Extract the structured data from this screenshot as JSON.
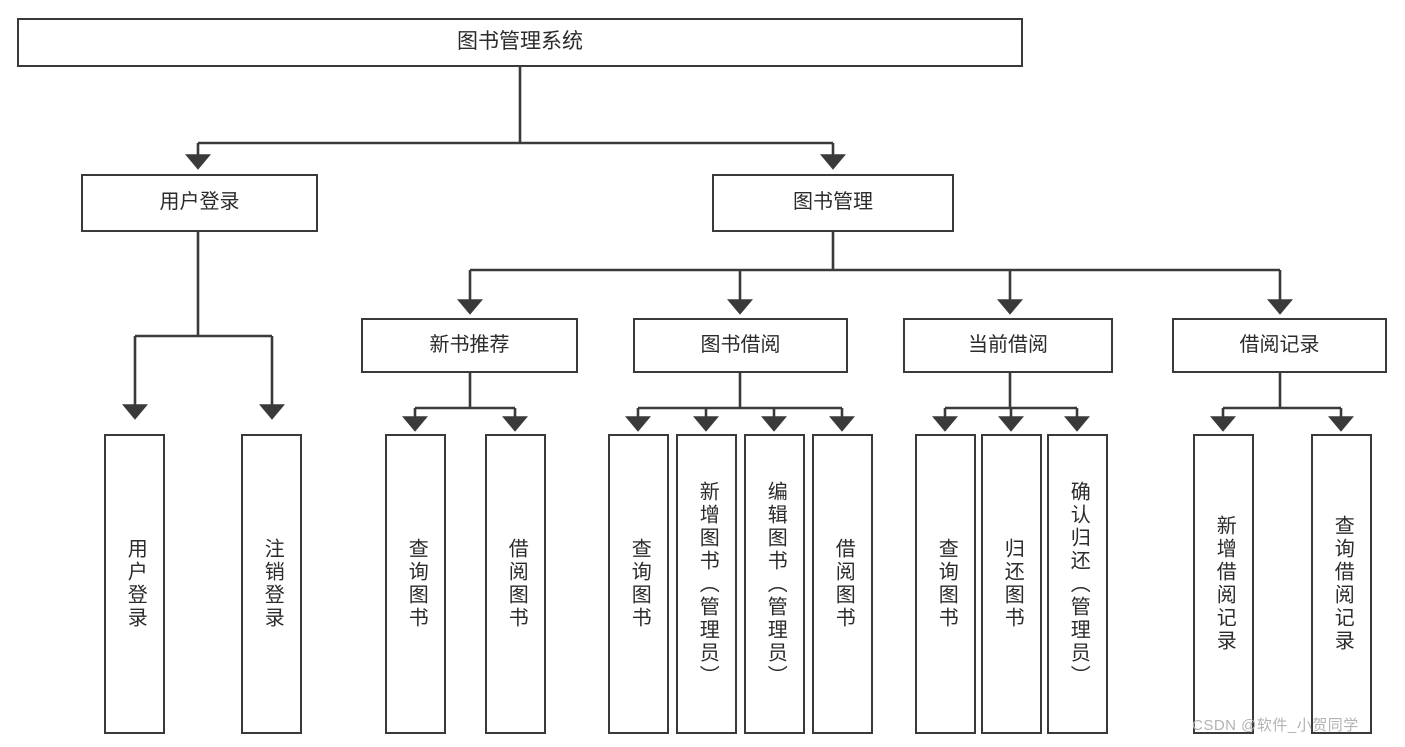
{
  "diagram": {
    "type": "tree-hierarchy",
    "title": "图书管理系统",
    "root": {
      "label": "图书管理系统"
    },
    "level2": [
      {
        "label": "用户登录"
      },
      {
        "label": "图书管理"
      }
    ],
    "level3": [
      {
        "label": "新书推荐"
      },
      {
        "label": "图书借阅"
      },
      {
        "label": "当前借阅"
      },
      {
        "label": "借阅记录"
      }
    ],
    "leaves": [
      {
        "label": "用户登录",
        "parent": "用户登录"
      },
      {
        "label": "注销登录",
        "parent": "用户登录"
      },
      {
        "label": "查询图书",
        "parent": "新书推荐"
      },
      {
        "label": "借阅图书",
        "parent": "新书推荐"
      },
      {
        "label": "查询图书",
        "parent": "图书借阅"
      },
      {
        "label": "新增图书（管理员）",
        "parent": "图书借阅"
      },
      {
        "label": "编辑图书（管理员）",
        "parent": "图书借阅"
      },
      {
        "label": "借阅图书",
        "parent": "图书借阅"
      },
      {
        "label": "查询图书",
        "parent": "当前借阅"
      },
      {
        "label": "归还图书",
        "parent": "当前借阅"
      },
      {
        "label": "确认归还（管理员）",
        "parent": "当前借阅"
      },
      {
        "label": "新增借阅记录",
        "parent": "借阅记录"
      },
      {
        "label": "查询借阅记录",
        "parent": "借阅记录"
      }
    ]
  },
  "watermark": {
    "text": "CSDN @软件_小贺同学"
  },
  "colors": {
    "stroke": "#3a3a3a",
    "text": "#2b2b2b",
    "background": "#ffffff",
    "watermark": "#b3b3b3"
  }
}
